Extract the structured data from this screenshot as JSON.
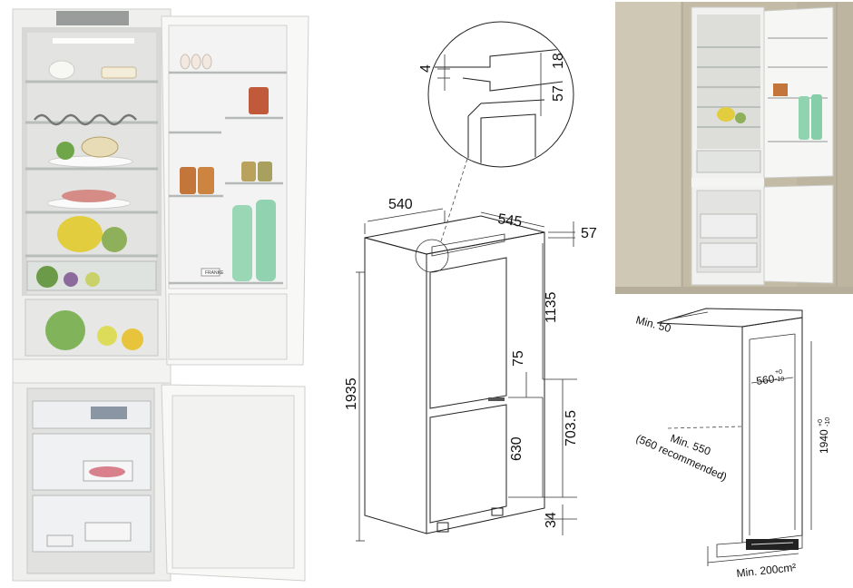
{
  "photo_left": {
    "brand_label": "FRANKE",
    "alt": "open fridge photo"
  },
  "photo_right": {
    "alt": "built-in fridge in kitchen cabinet"
  },
  "main_diagram": {
    "dims": {
      "width": "540",
      "depth": "545",
      "top_gap": "57",
      "height": "1935",
      "upper_door": "1135",
      "gap_mid": "75",
      "lower_door": "630",
      "lower_total": "703.5",
      "bottom": "34"
    },
    "detail": {
      "gap_4": "4",
      "depth_18": "18",
      "depth_57": "57"
    }
  },
  "niche_diagram": {
    "min_top": "Min. 50",
    "width": "560",
    "width_tol_plus": "+0",
    "width_tol_minus": "-10",
    "height": "1940",
    "height_tol_plus": "+0",
    "height_tol_minus": "-10",
    "min_depth": "Min. 550",
    "recommended": "(560 recommended)",
    "vent": "Min. 200cm²"
  },
  "colors": {
    "wall": "#c3bba6",
    "fridge_white": "#f6f6f4",
    "shelf_glass": "#e4e7e6",
    "interior_grey": "#d8d9d6"
  }
}
